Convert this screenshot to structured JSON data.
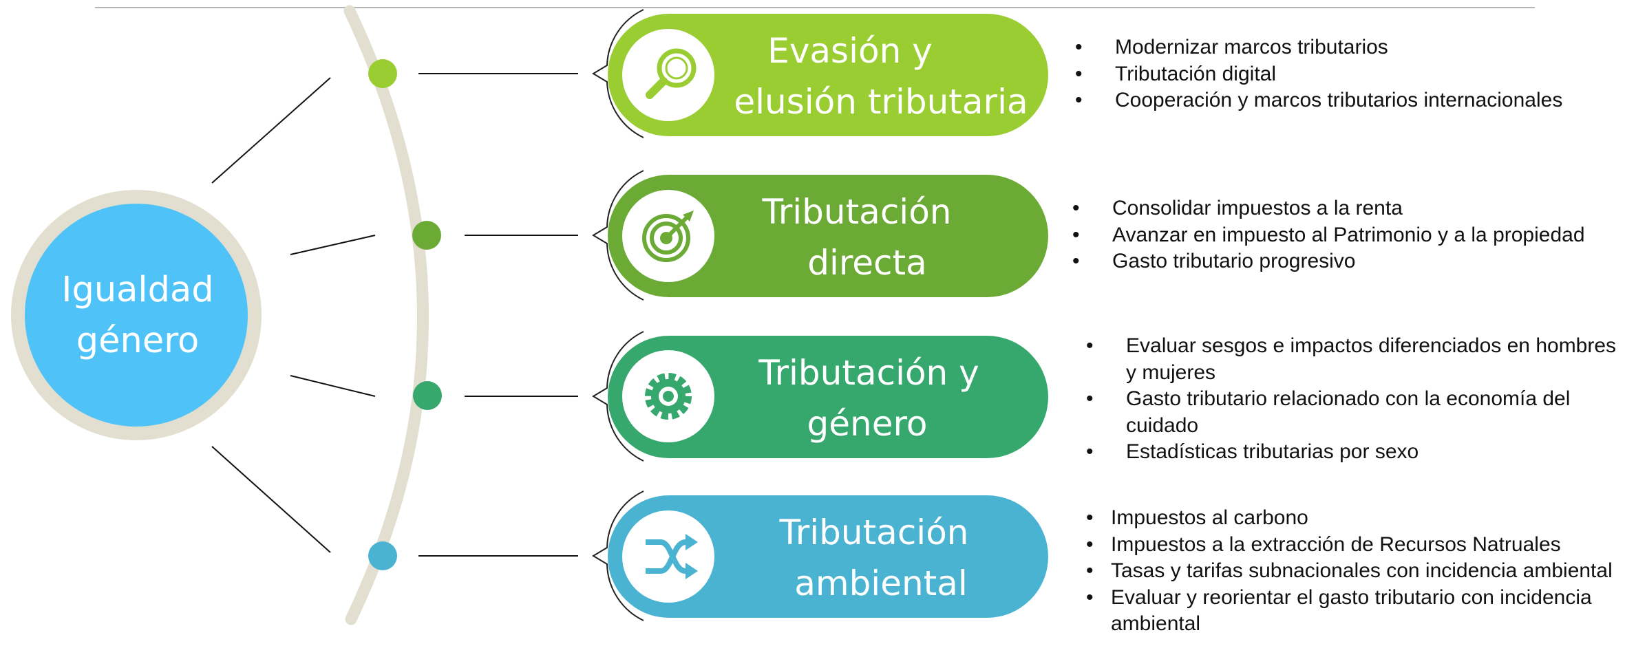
{
  "center": {
    "label_line1": "Igualdad",
    "label_line2": "género",
    "color": "#4FC3F7",
    "ring_color": "#E2DFD0"
  },
  "items": [
    {
      "title_line1": "Evasión y",
      "title_line2": "elusión tributaria",
      "icon": "magnifier-icon",
      "color": "#9ACD32",
      "bullets": [
        "Modernizar marcos tributarios",
        "Tributación digital",
        "Cooperación y marcos tributarios internacionales"
      ]
    },
    {
      "title_line1": "Tributación",
      "title_line2": "directa",
      "icon": "target-icon",
      "color": "#6AAA35",
      "bullets": [
        "Consolidar impuestos a la renta",
        "Avanzar en impuesto al Patrimonio y a la propiedad",
        "Gasto tributario progresivo"
      ]
    },
    {
      "title_line1": "Tributación y",
      "title_line2": "género",
      "icon": "gear-icon",
      "color": "#36A86E",
      "bullets": [
        "Evaluar sesgos e impactos diferenciados en hombres y mujeres",
        "Gasto tributario relacionado con la economía del cuidado",
        "Estadísticas tributarias por sexo"
      ]
    },
    {
      "title_line1": "Tributación",
      "title_line2": "ambiental",
      "icon": "shuffle-icon",
      "color": "#4AB3D2",
      "bullets": [
        "Impuestos al carbono",
        "Impuestos a la extracción de Recursos Natruales",
        "Tasas y tarifas subnacionales con incidencia ambiental",
        "Evaluar y reorientar el gasto tributario con incidencia ambiental"
      ]
    }
  ]
}
